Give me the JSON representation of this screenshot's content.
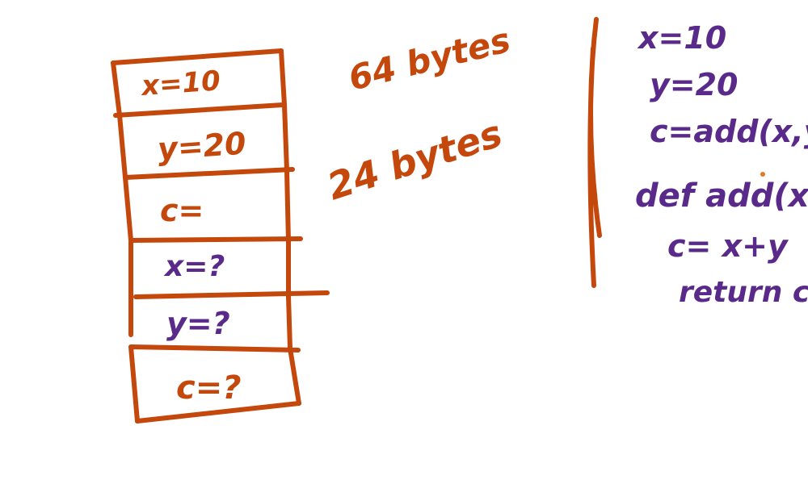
{
  "colors": {
    "orange": "#C4470C",
    "purple": "#5A2A8A",
    "dot": "#E07A2A"
  },
  "stack": {
    "cells": [
      {
        "text": "x=10",
        "color": "orange"
      },
      {
        "text": "y=20",
        "color": "orange"
      },
      {
        "text": "c=",
        "color": "orange"
      },
      {
        "text": "x=?",
        "color": "purple"
      },
      {
        "text": "y=?",
        "color": "purple"
      },
      {
        "text": "c=?",
        "color": "orange"
      }
    ]
  },
  "notes": {
    "size_64": "64 bytes",
    "size_24": "24 bytes"
  },
  "code": {
    "lines": [
      "x=10",
      "y=20",
      "c=add(x,y)",
      "def add(x,y)",
      "c= x+y",
      "return c"
    ]
  }
}
